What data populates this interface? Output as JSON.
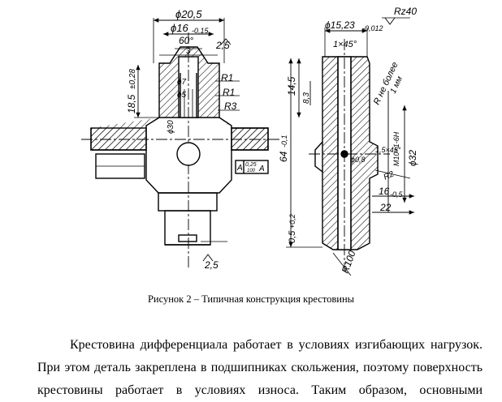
{
  "figure": {
    "dims_left": {
      "d_outer": "ϕ20,5",
      "d_inner": "ϕ16",
      "d_inner_tol": "-0,15",
      "angle": "60°",
      "width3": "3",
      "height": "18,5",
      "height_tol": "±0,28",
      "rough_top": "2,5",
      "phi7": "ϕ7",
      "phi5": "ϕ5",
      "r1a": "R1",
      "r1b": "R1",
      "r3": "R3",
      "phi30": "ϕ30",
      "tolerance_frame_val": "0,25",
      "tolerance_frame_base": "A",
      "tolerance_frame_len": "100",
      "datum_a": "A",
      "rough_bottom": "2,5"
    },
    "dims_right": {
      "rz": "Rz40",
      "d_top": "ϕ15,23",
      "d_top_tol": "-0,012",
      "chamfer": "1×45°",
      "h145": "14,5",
      "h83": "8,3",
      "r_note": "R не более",
      "r_note2": "1 мм",
      "total": "64",
      "total_tol": "-0,1",
      "thread": "M10×1-6H",
      "phi32": "ϕ32",
      "chamfer2": "1,5×45°",
      "phi08": "ϕ0,8",
      "r2": "R2",
      "l16": "16",
      "l16_tol": "-0,5",
      "l22": "22",
      "bottom": "0,5",
      "bottom_tol": "+0,2",
      "r100": "R100"
    }
  },
  "caption": "Рисунок 2 – Типичная конструкция крестовины",
  "paragraph": {
    "lines": [
      "Крестовина дифференциала работает в условиях изгибающих нагрузок.",
      "При этом деталь закреплена в подшипниках скольжения, поэтому поверхность",
      "крестовины работает в условиях износа. Таким образом, основными"
    ]
  }
}
